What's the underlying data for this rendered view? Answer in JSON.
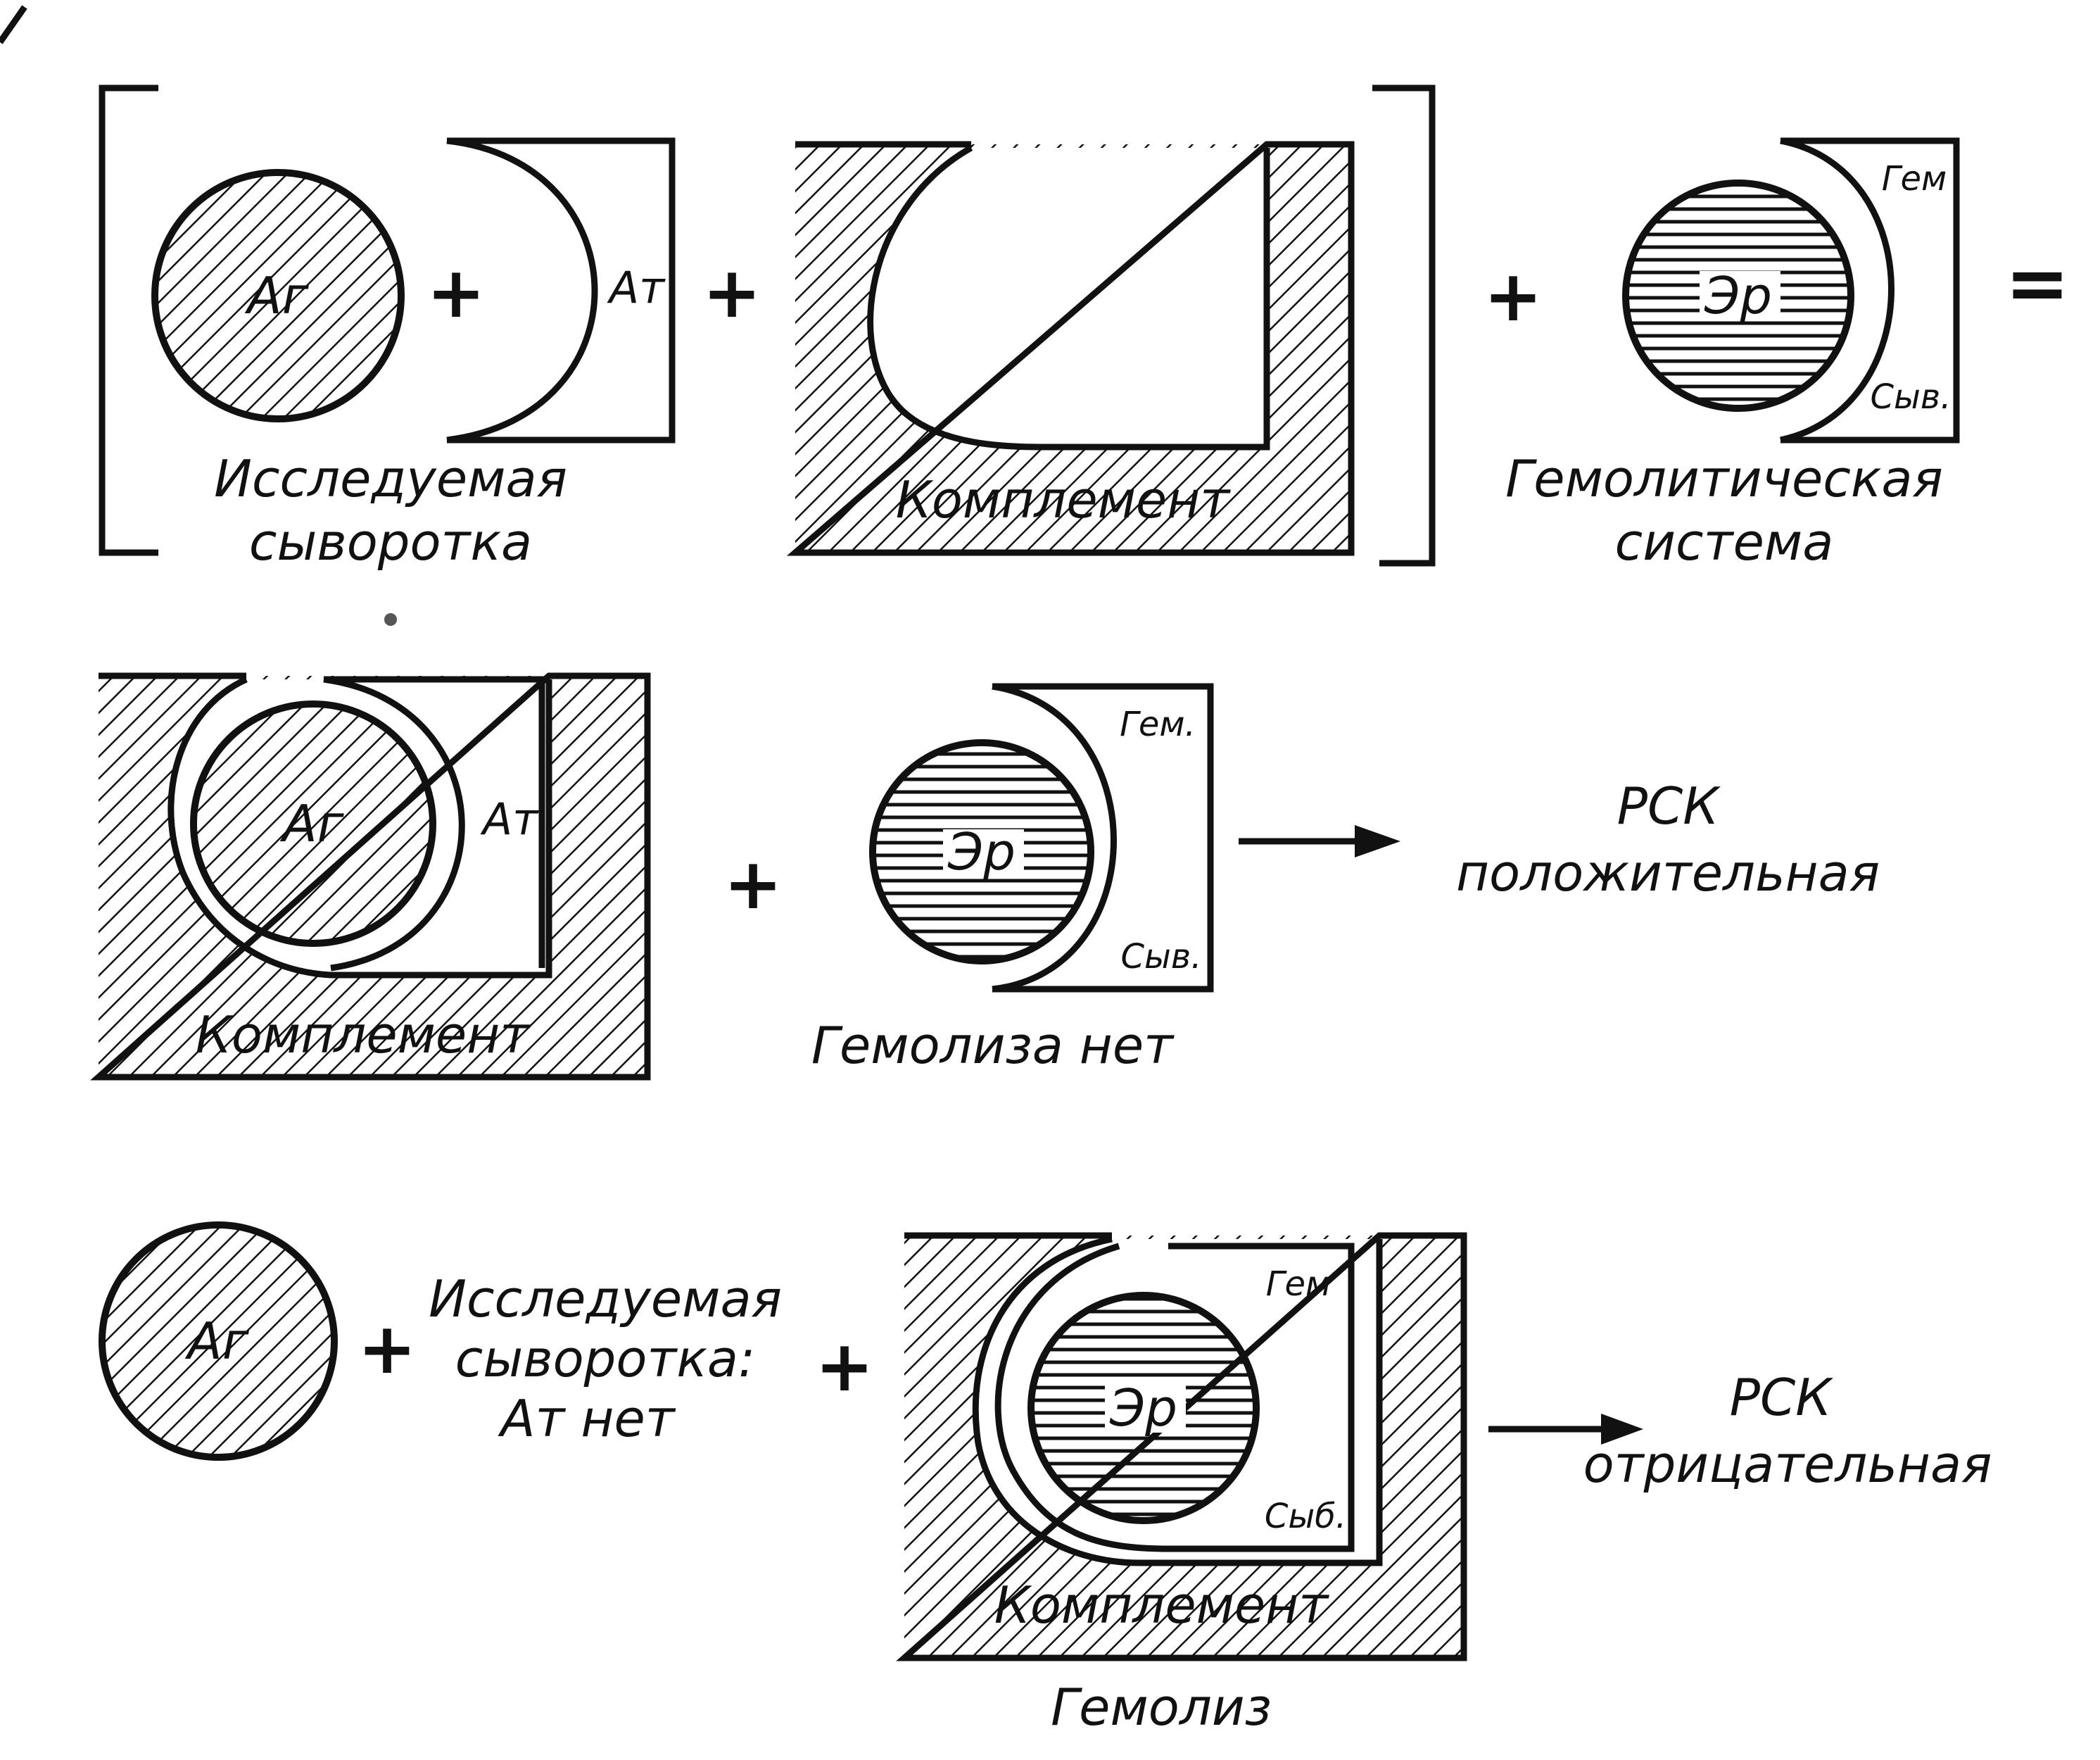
{
  "row1": {
    "antigen_label": "Аг",
    "antibody_label": "Ат",
    "serum_caption_line1": "Исследуемая",
    "serum_caption_line2": "сыворотка",
    "complement_label": "Комплемент",
    "erythrocyte_label": "Эр",
    "hemolysin_label": "Гем",
    "serum_short_label": "Сыв.",
    "hemolytic_caption_line1": "Гемолитическая",
    "hemolytic_caption_line2": "система",
    "plus": "+",
    "equals": "="
  },
  "row2": {
    "antigen_label": "Аг",
    "antibody_label": "Ат",
    "complement_label": "Комплемент",
    "erythrocyte_label": "Эр",
    "hemolysin_label": "Гем.",
    "serum_short_label": "Сыв.",
    "no_hemolysis_caption": "Гемолиза нет",
    "result_line1": "РСК",
    "result_line2": "положительная",
    "plus": "+"
  },
  "row3": {
    "antigen_label": "Аг",
    "serum_line1": "Исследуемая",
    "serum_line2": "сыворотка:",
    "serum_line3": "Ат нет",
    "complement_label": "Комплемент",
    "erythrocyte_label": "Эр",
    "hemolysin_label": "Гем",
    "serum_short_label": "Сыб.",
    "hemolysis_caption": "Гемолиз",
    "result_line1": "РСК",
    "result_line2": "отрицательная",
    "plus": "+"
  }
}
